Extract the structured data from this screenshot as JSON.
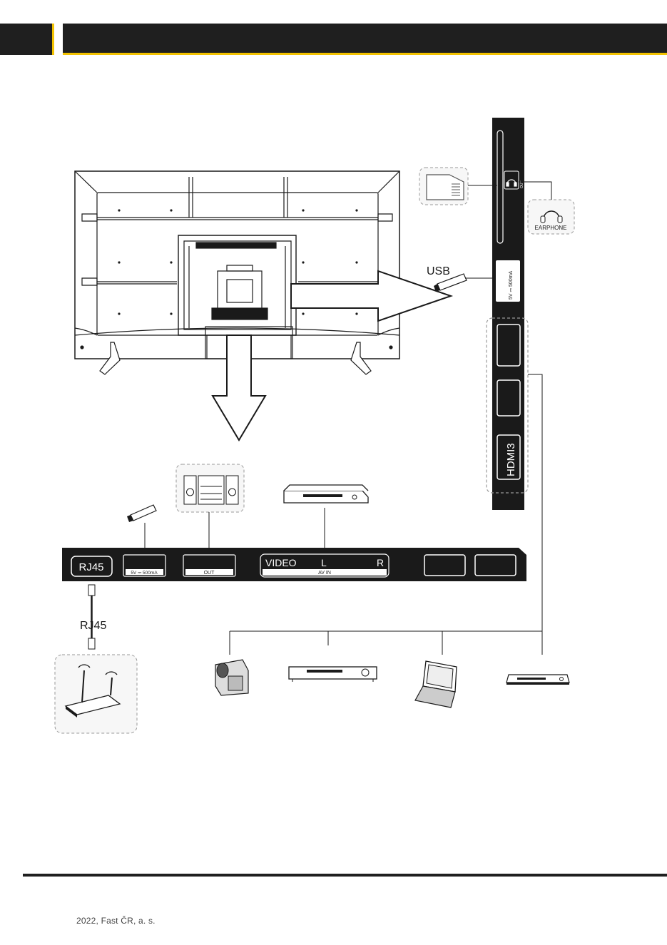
{
  "header": {
    "left_block": "",
    "title": ""
  },
  "panel_bottom": {
    "rj45": "RJ45",
    "usb_rating": "5V ⎓ 500mA",
    "out": "OUT",
    "video": "VIDEO",
    "left": "L",
    "right": "R",
    "av_in": "AV IN"
  },
  "panel_side": {
    "usb_rating": "5V ⎓ 500mA",
    "hdmi3": "HDMI3"
  },
  "labels": {
    "usb": "USB",
    "earphone": "EARPHONE",
    "rj45_cable": "RJ45"
  },
  "footer": {
    "copyright": "2022, Fast ČR, a. s."
  }
}
